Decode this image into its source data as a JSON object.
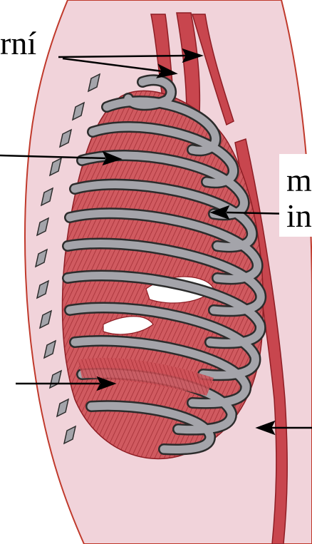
{
  "labels": {
    "top_left": "rní",
    "right_line1": "m",
    "right_line2": "in"
  },
  "colors": {
    "background": "#ffffff",
    "body_tissue": "#f1d3da",
    "body_outline": "#c0392b",
    "muscle": "#c8464e",
    "muscle_dark": "#8e1d24",
    "rib": "#a4a4aa",
    "rib_outline": "#2c2c2c",
    "arrow": "#000000"
  },
  "icons": [
    "rib-cage-illustration",
    "intercostal-muscles",
    "arrow"
  ]
}
